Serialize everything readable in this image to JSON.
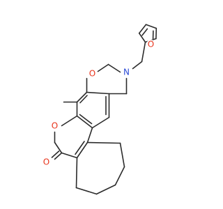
{
  "colors": {
    "bond": "#2b2b2b",
    "oxygen": "#e8341c",
    "nitrogen": "#2b4bd6",
    "background": "#ffffff"
  },
  "atoms": {
    "o_furan": "O",
    "o_oxazine": "O",
    "n_oxazine": "N",
    "o_lactone": "O",
    "o_carbonyl": "O"
  }
}
